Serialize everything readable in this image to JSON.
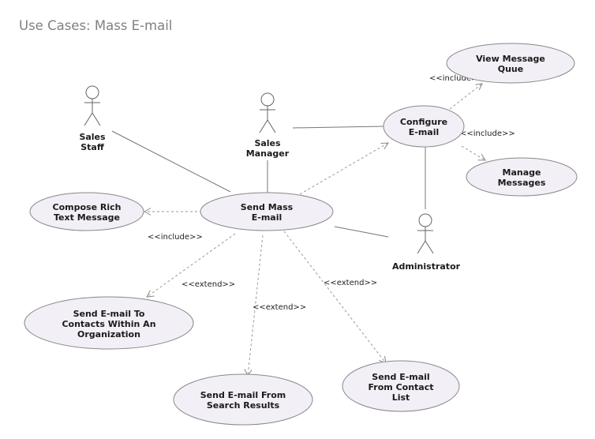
{
  "diagram": {
    "title": "Use Cases: Mass E-mail",
    "actors": {
      "sales_staff": [
        "Sales",
        "Staff"
      ],
      "sales_manager": [
        "Sales",
        "Manager"
      ],
      "administrator": [
        "Administrator"
      ]
    },
    "use_cases": {
      "view_message_queue": [
        "View Message",
        "Quue"
      ],
      "configure_email": [
        "Configure",
        "E-mail"
      ],
      "manage_messages": [
        "Manage",
        "Messages"
      ],
      "compose_rich_text": [
        "Compose Rich",
        "Text Message"
      ],
      "send_mass_email": [
        "Send Mass",
        "E-mail"
      ],
      "send_to_contacts_org": [
        "Send E-mail To",
        "Contacts Within An",
        "Organization"
      ],
      "send_from_search": [
        "Send E-mail From",
        "Search Results"
      ],
      "send_from_contact_list": [
        "Send E-mail",
        "From Contact",
        "List"
      ]
    },
    "relationships": {
      "include_view_queue": "<<include>>",
      "include_manage": "<<include>>",
      "include_compose": "<<include>>",
      "extend_contacts_org": "<<extend>>",
      "extend_search": "<<extend>>",
      "extend_contact_list": "<<extend>>"
    }
  }
}
